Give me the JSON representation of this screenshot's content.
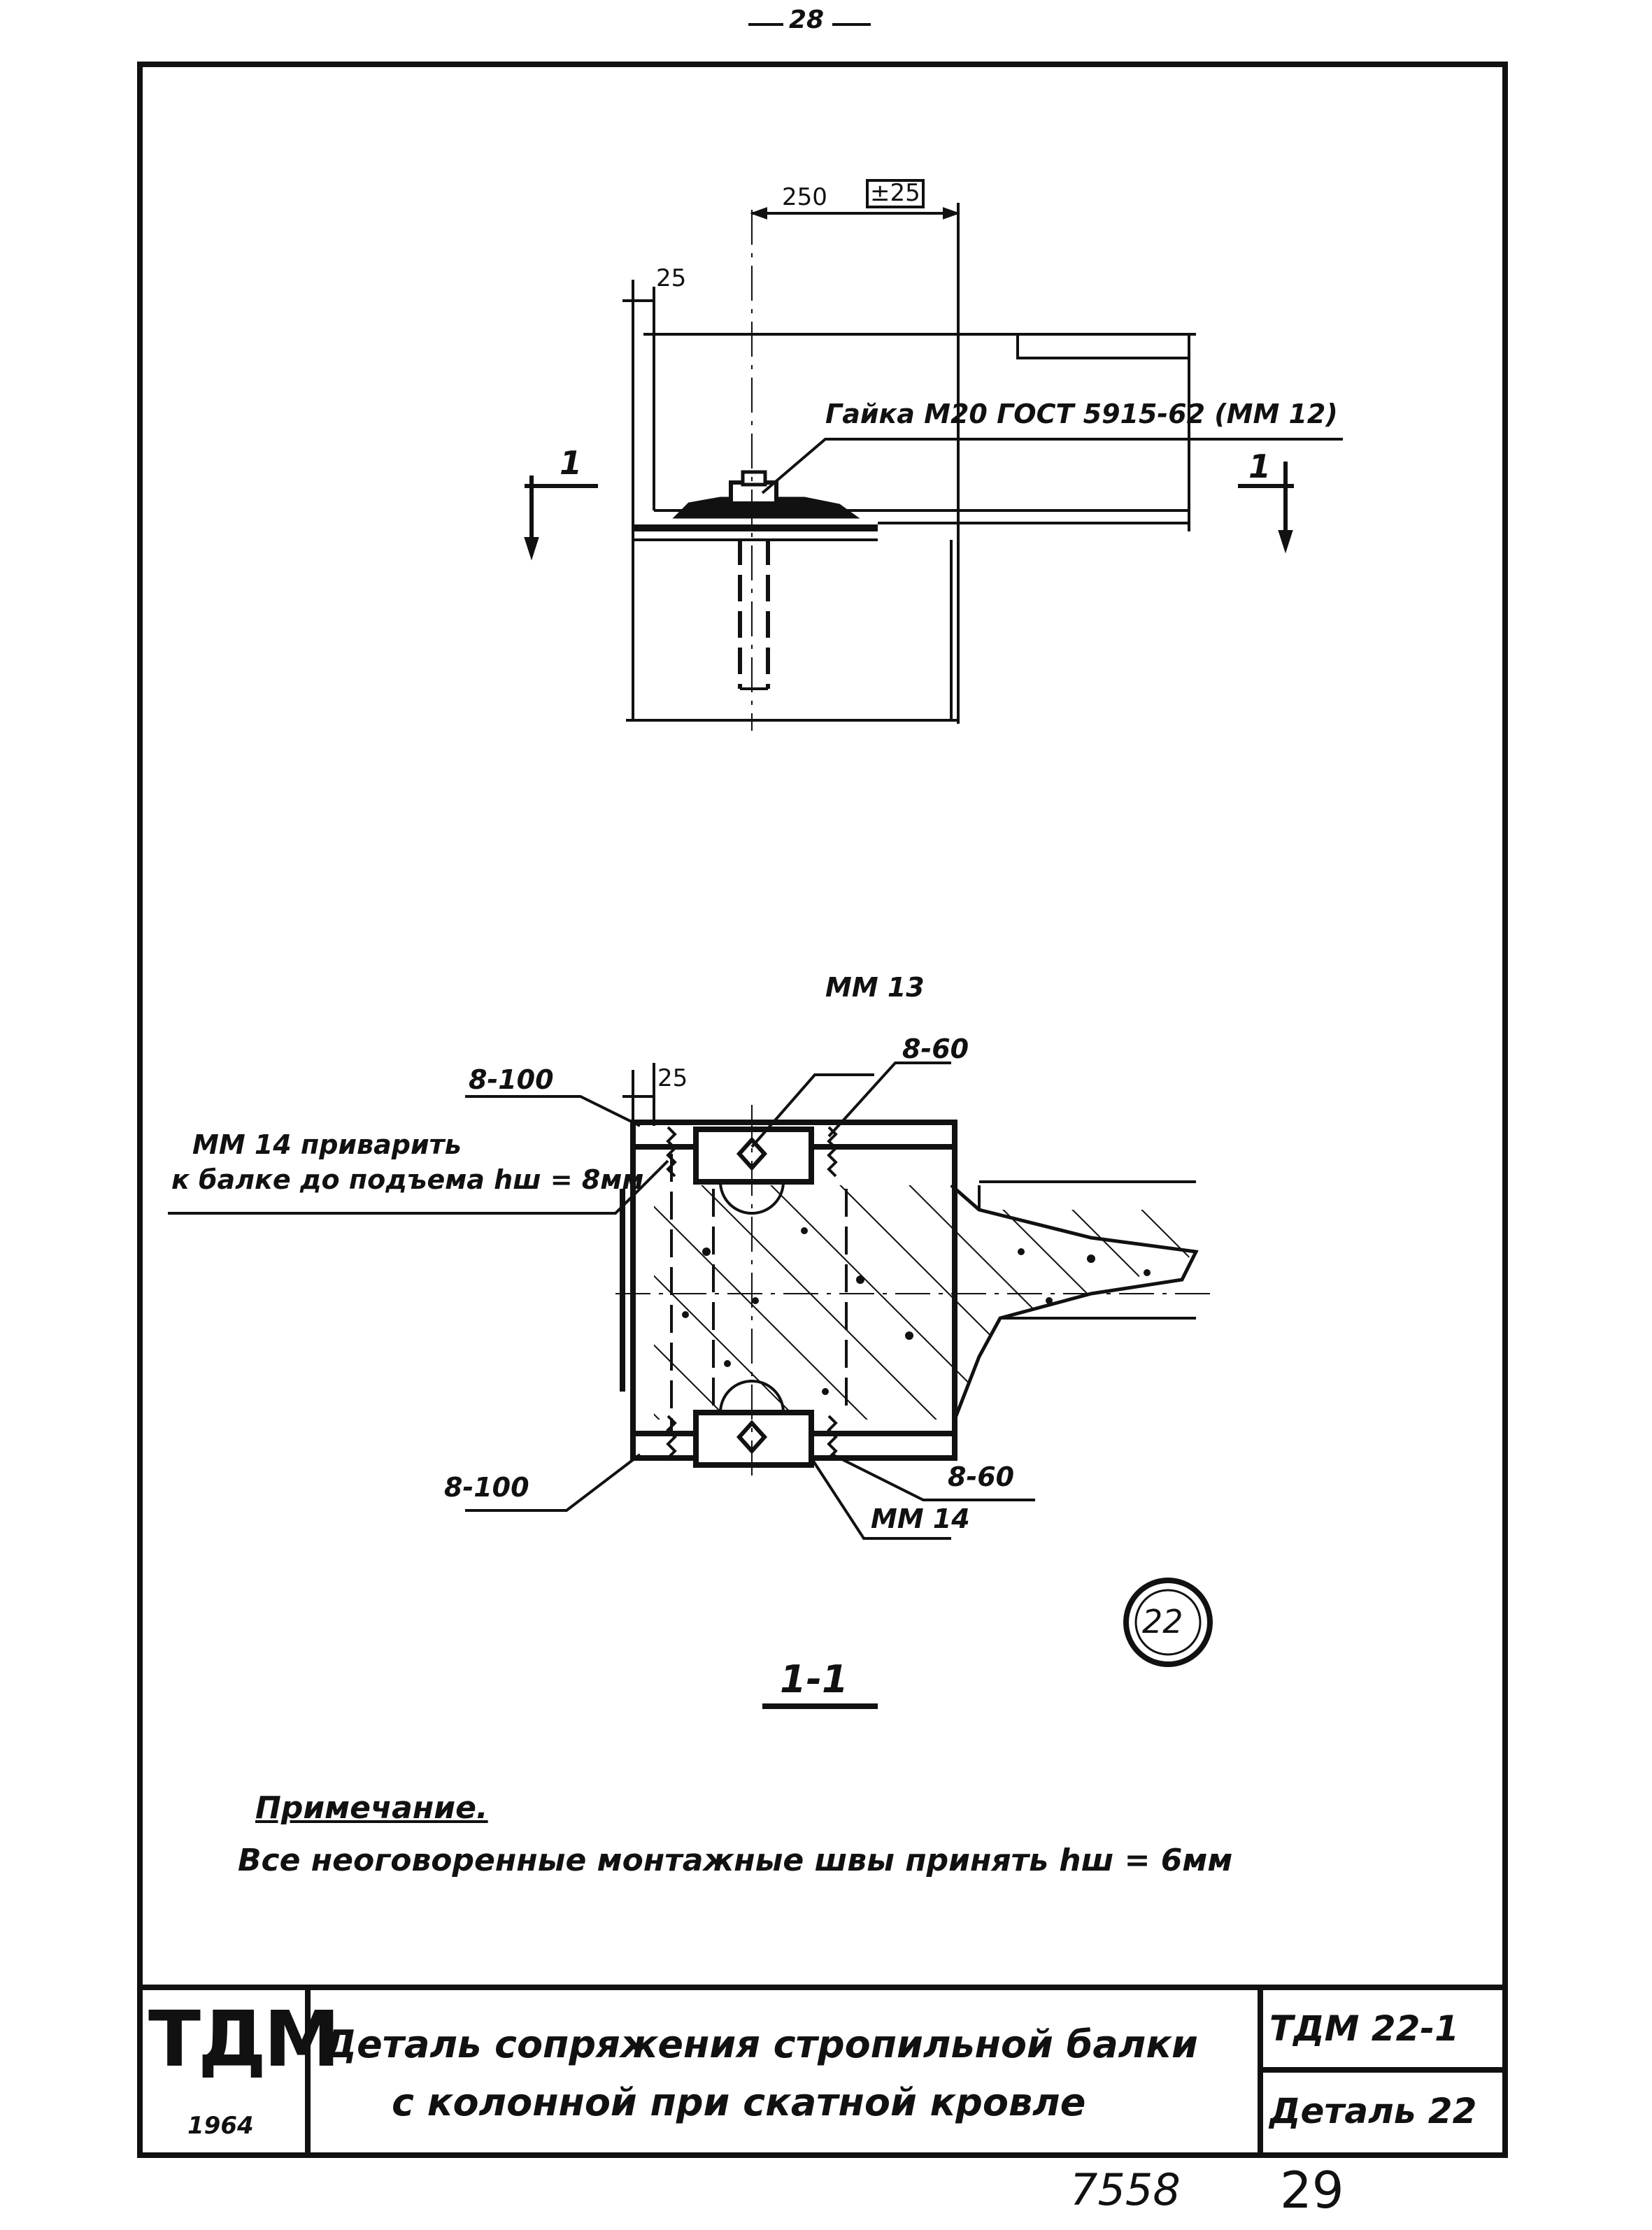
{
  "page_number_top": "28",
  "plan": {
    "dim_width": "250",
    "dim_tolerance": "±25",
    "dim_offset": "25",
    "nut_label": "Гайка М20 ГОСТ 5915-62 (ММ 12)",
    "section_mark_left": "1",
    "section_mark_right": "1"
  },
  "section": {
    "label_mm13": "ММ 13",
    "label_8_100_top": "8-100",
    "label_25": "25",
    "label_8_60_top": "8-60",
    "weld_note_line1": "ММ 14 приварить",
    "weld_note_line2": "к балке до подъема hш = 8мм",
    "label_8_100_bottom": "8-100",
    "label_8_60_bottom": "8-60",
    "label_mm14": "ММ 14",
    "detail_circle": "22",
    "section_title": "1-1"
  },
  "note": {
    "heading": "Примечание.",
    "body": "Все неоговоренные монтажные швы принять hш = 6мм"
  },
  "title_block": {
    "logo": "ТДМ",
    "year": "1964",
    "title_line1": "Деталь сопряжения стропильной балки",
    "title_line2": "с колонной при скатной кровле",
    "code": "ТДМ 22-1",
    "detail": "Деталь 22"
  },
  "footer": {
    "sheet_id": "7558",
    "page": "29"
  }
}
